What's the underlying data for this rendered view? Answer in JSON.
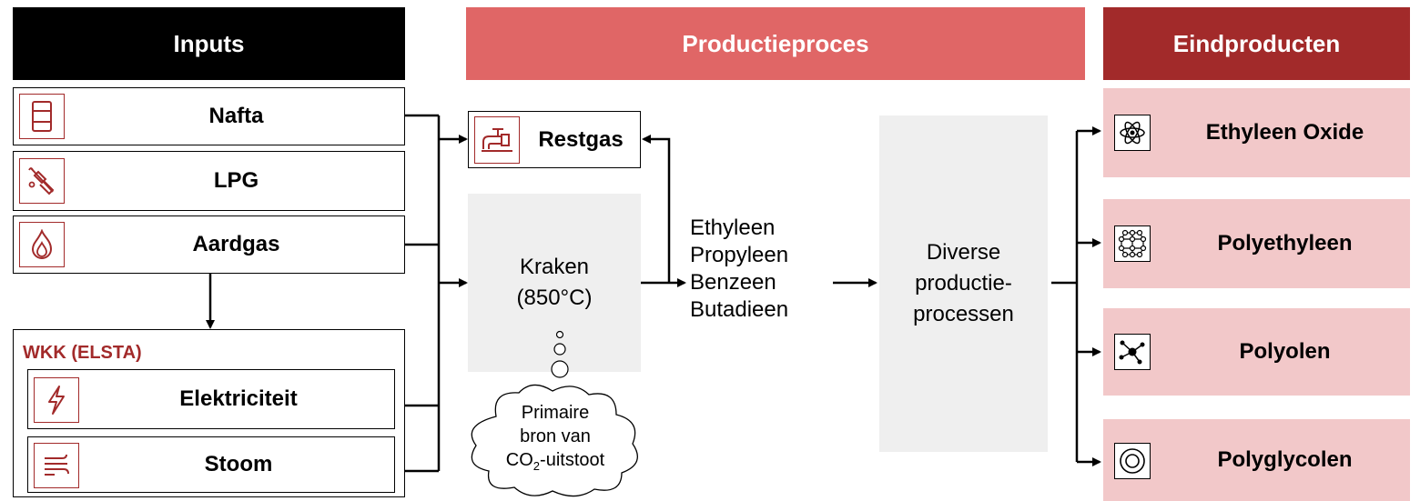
{
  "headers": {
    "inputs": "Inputs",
    "process": "Productieproces",
    "outputs": "Eindproducten"
  },
  "inputs": [
    {
      "label": "Nafta",
      "icon": "fuel-barrel-icon"
    },
    {
      "label": "LPG",
      "icon": "fuel-nozzle-icon"
    },
    {
      "label": "Aardgas",
      "icon": "flame-icon"
    }
  ],
  "wkk": {
    "title": "WKK (ELSTA)",
    "items": [
      {
        "label": "Elektriciteit",
        "icon": "lightning-icon"
      },
      {
        "label": "Stoom",
        "icon": "steam-icon"
      }
    ]
  },
  "process": {
    "restgas": {
      "label": "Restgas",
      "icon": "gas-tap-icon"
    },
    "kraken": {
      "line1": "Kraken",
      "line2": "(850°C)"
    },
    "cloud": {
      "line1": "Primaire",
      "line2": "bron van",
      "line3_prefix": "CO",
      "line3_sub": "2",
      "line3_suffix": "-uitstoot"
    },
    "intermediates": [
      "Ethyleen",
      "Propyleen",
      "Benzeen",
      "Butadieen"
    ],
    "diverse": [
      "Diverse",
      "productie-",
      "processen"
    ]
  },
  "outputs": [
    {
      "label": "Ethyleen Oxide",
      "icon": "atom-icon"
    },
    {
      "label": "Polyethyleen",
      "icon": "molecule-network-icon"
    },
    {
      "label": "Polyolen",
      "icon": "molecule-node-icon"
    },
    {
      "label": "Polyglycolen",
      "icon": "ring-icon"
    }
  ],
  "colors": {
    "accent_dark_red": "#a22a2a",
    "accent_light_red": "#e06666",
    "pink": "#f2c8c9",
    "black": "#000000",
    "grey": "#efefef"
  }
}
